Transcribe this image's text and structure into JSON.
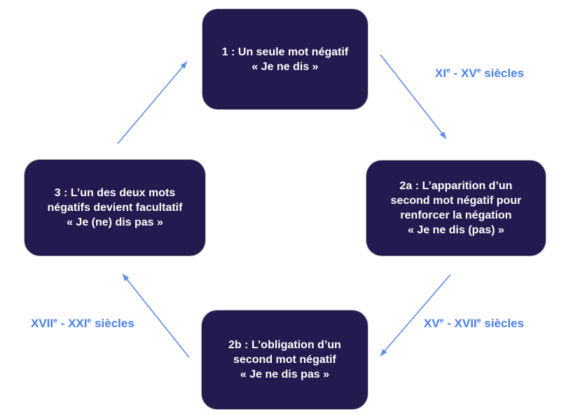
{
  "diagram": {
    "title_implicit": "Cycle de Jespersen — évolution de la négation en français",
    "colors": {
      "background": "#ffffff",
      "box_fill": "#251a4f",
      "box_text": "#ffffff",
      "label_blue": "#4a80e8",
      "arrow_blue": "#5c8bee"
    },
    "boxes": [
      {
        "id": "1",
        "lines": [
          "1 : Un seule mot négatif",
          "« Je ne dis »"
        ]
      },
      {
        "id": "2a",
        "lines": [
          "2a : L’apparition d’un",
          "second mot négatif pour",
          "renforcer la négation",
          "« Je ne dis (pas) »"
        ]
      },
      {
        "id": "2b",
        "lines": [
          "2b : L’obligation d’un",
          "second mot négatif",
          "« Je ne dis pas »"
        ]
      },
      {
        "id": "3",
        "lines": [
          "3 : L’un des deux mots",
          "négatifs devient facultatif",
          "« Je (ne) dis pas »"
        ]
      }
    ],
    "labels": {
      "xi_xv": {
        "p1": "XI",
        "s1": "e",
        "p2": " - XV",
        "s2": "e",
        "p3": " siècles"
      },
      "xv_xvii": {
        "p1": "XV",
        "s1": "e",
        "p2": " - XVII",
        "s2": "e",
        "p3": " siècles"
      },
      "xvii_xxi": {
        "p1": "XVII",
        "s1": "e",
        "p2": " - XXI",
        "s2": "e",
        "p3": " siècles"
      }
    }
  }
}
